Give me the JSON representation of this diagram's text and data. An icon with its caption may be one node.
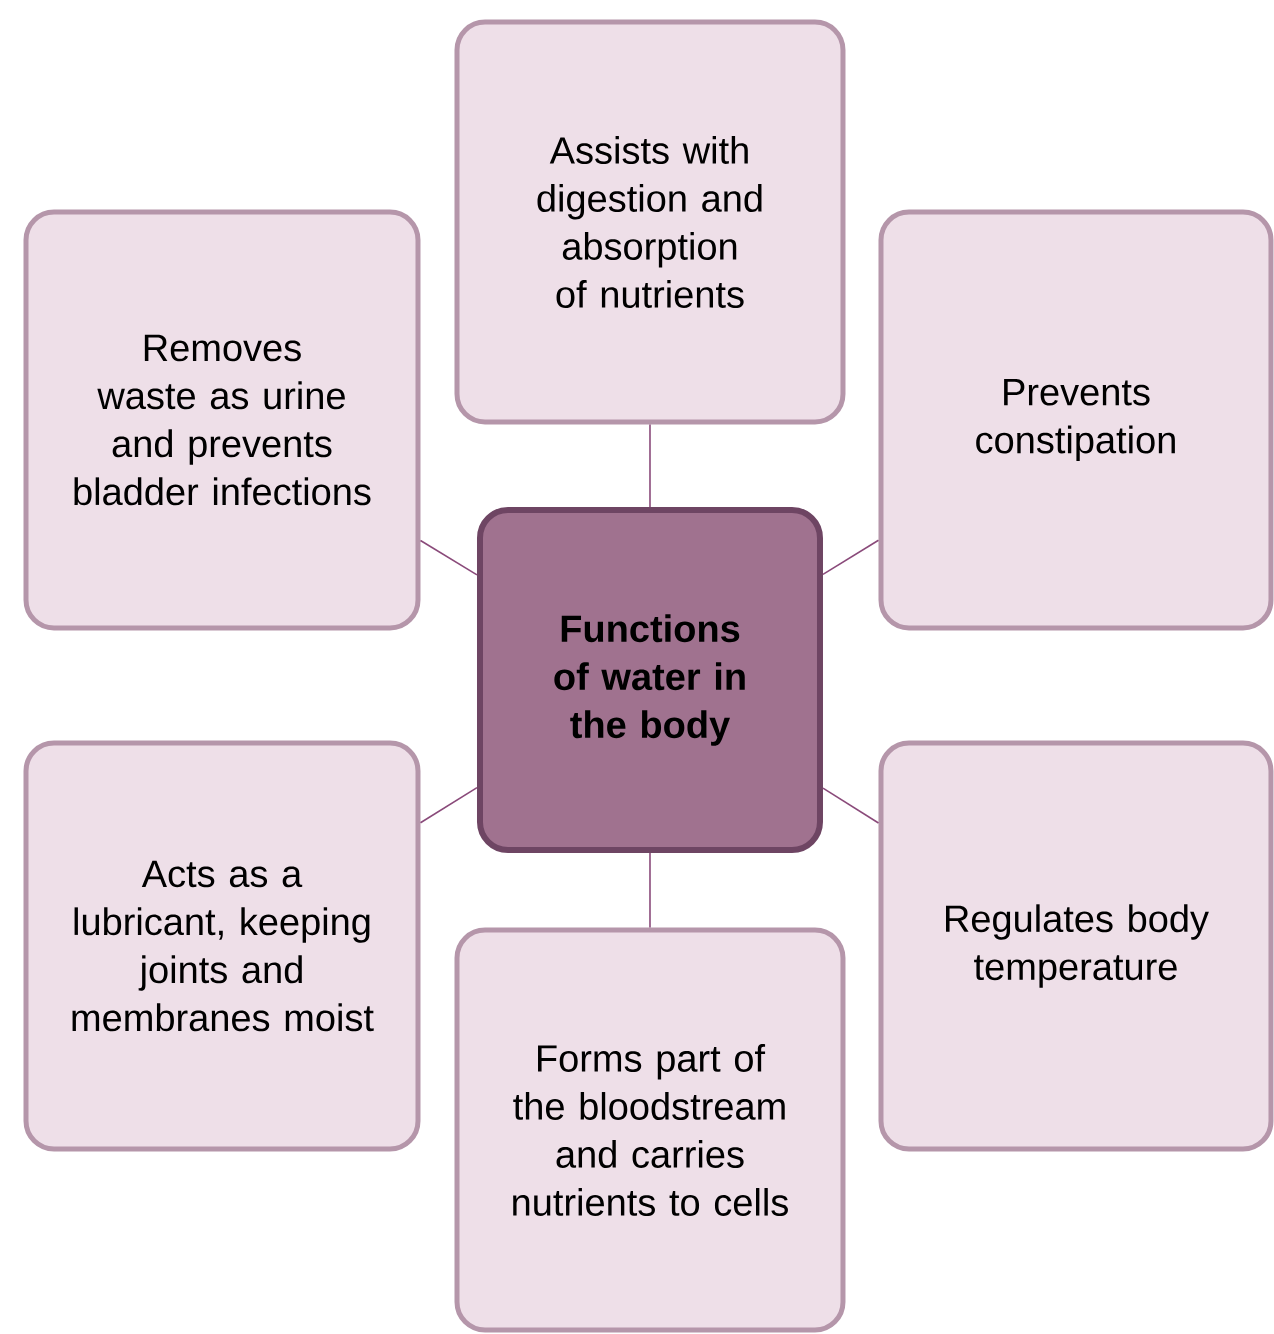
{
  "diagram": {
    "nodes": [
      {
        "text": [
          "Functions of water in the body"
        ]
      },
      {
        "text": [
          "Assists with digestion and absorption of nutrients"
        ]
      },
      {
        "text": [
          "Prevents constipation"
        ]
      },
      {
        "text": [
          "Regulates body temperature"
        ]
      },
      {
        "text": [
          "Forms part of the bloodstream and carries nutrients to cells"
        ]
      },
      {
        "text": [
          "Acts as a lubricant, keeping joints and membranes moist"
        ]
      },
      {
        "text": [
          "Removes waste as urine and prevents bladder infections"
        ]
      }
    ],
    "edges": [
      {
        "from": 0,
        "to": 1,
        "arrow": "none"
      },
      {
        "from": 0,
        "to": 2,
        "arrow": "none"
      },
      {
        "from": 0,
        "to": 3,
        "arrow": "none"
      },
      {
        "from": 0,
        "to": 4,
        "arrow": "none"
      },
      {
        "from": 0,
        "to": 5,
        "arrow": "none"
      },
      {
        "from": 0,
        "to": 6,
        "arrow": "none"
      }
    ]
  }
}
